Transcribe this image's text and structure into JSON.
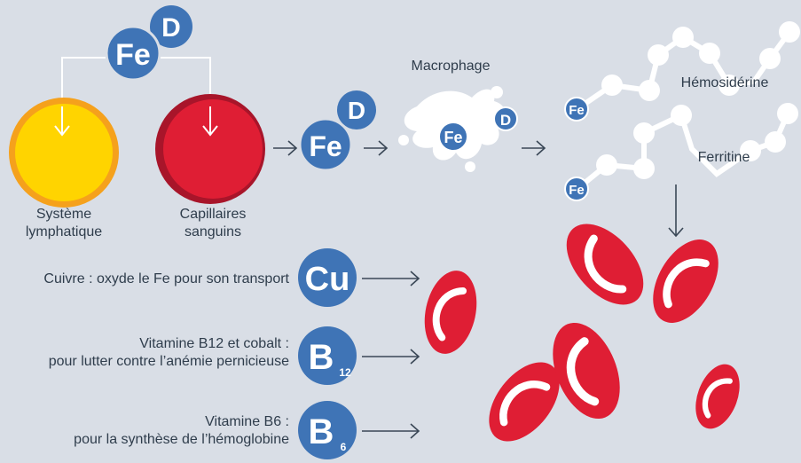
{
  "colors": {
    "background": "#d9dee6",
    "blue": "#3f74b6",
    "text": "#2f3d4c",
    "red": "#df1e34",
    "dark_red": "#a8152a",
    "yellow": "#ffd400",
    "orange": "#f5a11c",
    "arrow": "#3a4756"
  },
  "badges": {
    "fe": "Fe",
    "d": "D",
    "cu": "Cu",
    "b": "B",
    "b12_sub": "12",
    "b6_sub": "6"
  },
  "labels": {
    "systeme_line1": "Système",
    "systeme_line2": "lymphatique",
    "capillaires_line1": "Capillaires",
    "capillaires_line2": "sanguins",
    "macrophage": "Macrophage",
    "hemosiderine": "Hémosidérine",
    "ferritine": "Ferritine",
    "cuivre": "Cuivre : oxyde le Fe pour son transport",
    "b12_line1": "Vitamine B12 et cobalt :",
    "b12_line2": "pour lutter contre l’anémie pernicieuse",
    "b6_line1": "Vitamine B6 :",
    "b6_line2": "pour la synthèse de l’hémoglobine"
  }
}
